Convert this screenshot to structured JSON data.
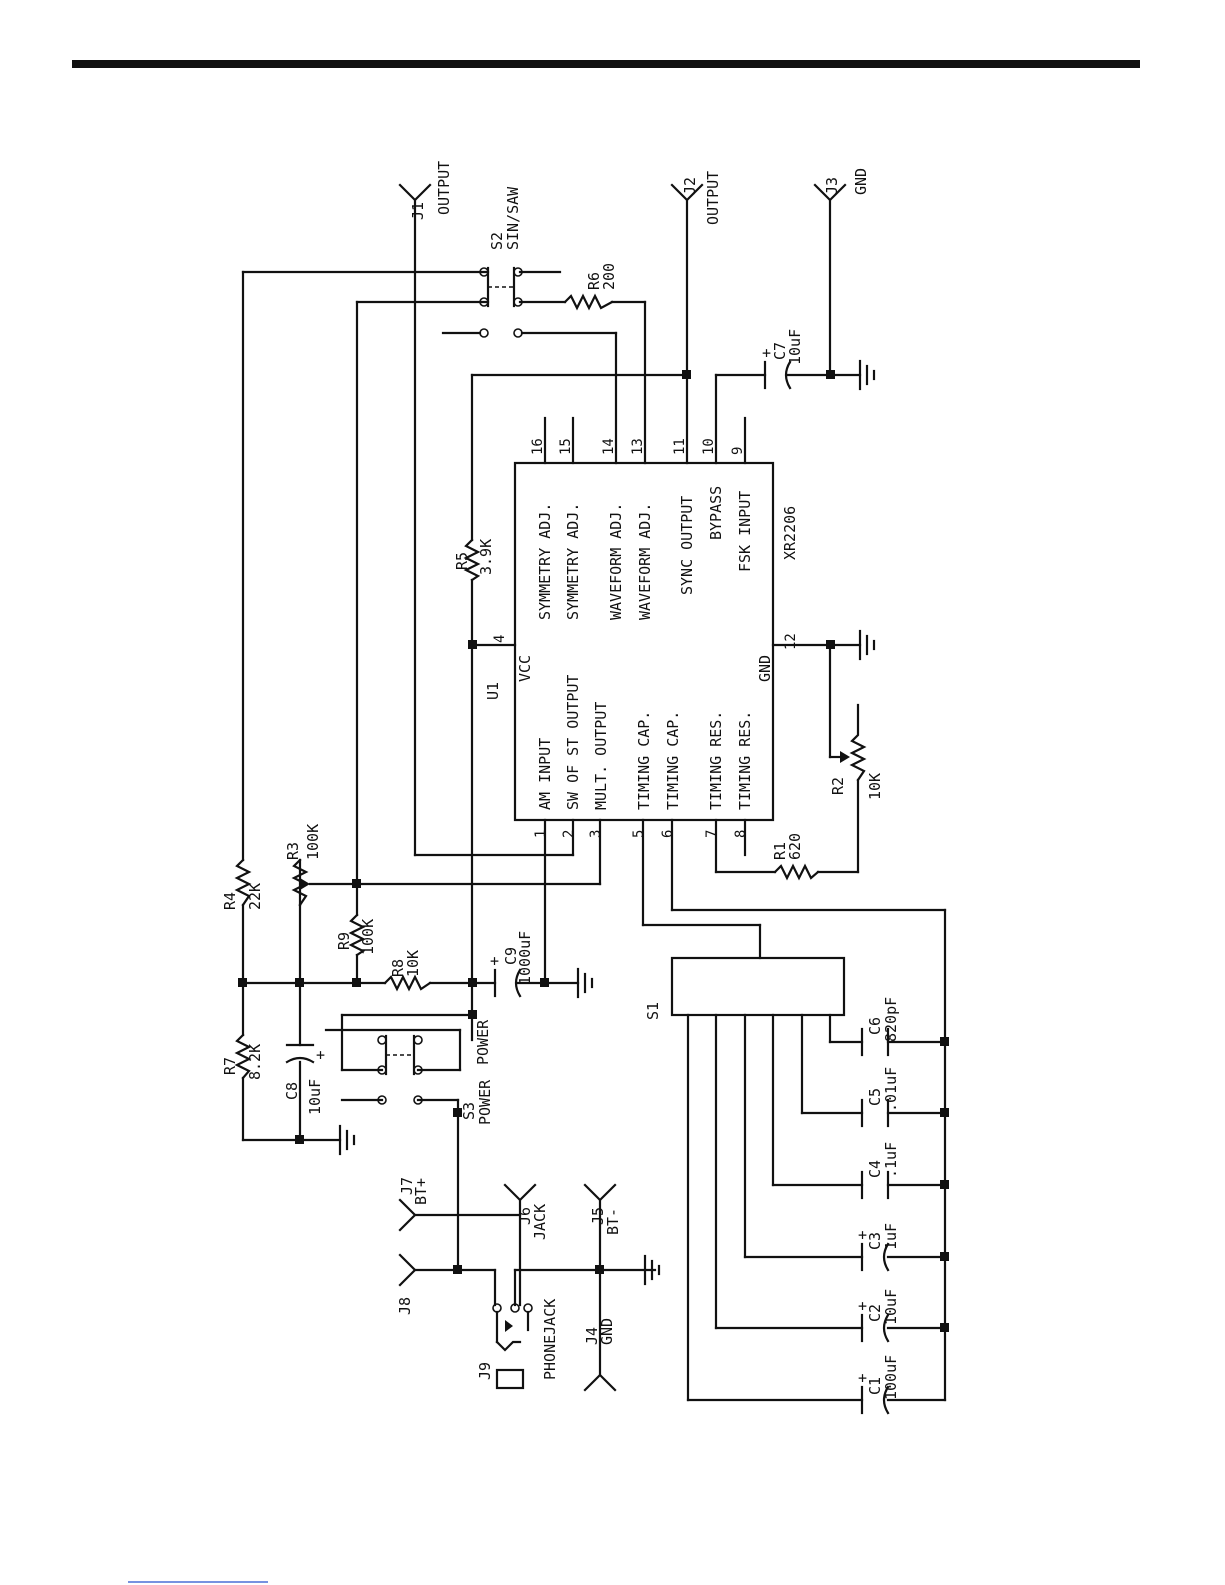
{
  "ic": {
    "ref": "U1",
    "part": "XR2206",
    "left_pins": [
      {
        "num": "1",
        "name": "AM INPUT"
      },
      {
        "num": "2",
        "name": "SW OF ST OUTPUT"
      },
      {
        "num": "3",
        "name": "MULT. OUTPUT"
      },
      {
        "num": "5",
        "name": "TIMING CAP."
      },
      {
        "num": "6",
        "name": "TIMING CAP."
      },
      {
        "num": "7",
        "name": "TIMING RES."
      },
      {
        "num": "8",
        "name": "TIMING RES."
      }
    ],
    "right_pins": [
      {
        "num": "16",
        "name": "SYMMETRY ADJ."
      },
      {
        "num": "15",
        "name": "SYMMETRY ADJ."
      },
      {
        "num": "14",
        "name": "WAVEFORM ADJ."
      },
      {
        "num": "13",
        "name": "WAVEFORM ADJ."
      },
      {
        "num": "11",
        "name": "SYNC OUTPUT"
      },
      {
        "num": "10",
        "name": "BYPASS"
      },
      {
        "num": "9",
        "name": "FSK INPUT"
      }
    ],
    "vcc_num": "4",
    "vcc_name": "VCC",
    "gnd_num": "12",
    "gnd_name": "GND"
  },
  "components": {
    "r1": {
      "ref": "R1",
      "value": "620"
    },
    "r2": {
      "ref": "R2",
      "value": "10K"
    },
    "r3": {
      "ref": "R3",
      "value": "100K"
    },
    "r4": {
      "ref": "R4",
      "value": "22K"
    },
    "r5": {
      "ref": "R5",
      "value": "3.9K"
    },
    "r6": {
      "ref": "R6",
      "value": "200"
    },
    "r7": {
      "ref": "R7",
      "value": "8.2K"
    },
    "r8": {
      "ref": "R8",
      "value": "10K"
    },
    "r9": {
      "ref": "R9",
      "value": "100K"
    },
    "c1": {
      "ref": "C1",
      "value": "100uF"
    },
    "c2": {
      "ref": "C2",
      "value": "10uF"
    },
    "c3": {
      "ref": "C3",
      "value": "1uF"
    },
    "c4": {
      "ref": "C4",
      "value": ".1uF"
    },
    "c5": {
      "ref": "C5",
      "value": ".01uF"
    },
    "c6": {
      "ref": "C6",
      "value": "820pF"
    },
    "c7": {
      "ref": "C7",
      "value": "10uF"
    },
    "c8": {
      "ref": "C8",
      "value": "10uF"
    },
    "c9": {
      "ref": "C9",
      "value": "1000uF"
    },
    "s1": {
      "ref": "S1"
    },
    "s2": {
      "ref": "S2",
      "value": "SIN/SAW"
    },
    "s3": {
      "ref": "S3",
      "value": "POWER"
    },
    "s3b": {
      "value": "POWER"
    },
    "j1": {
      "ref": "J1",
      "value": "OUTPUT"
    },
    "j2": {
      "ref": "J2",
      "value": "OUTPUT"
    },
    "j3": {
      "ref": "J3",
      "value": "GND"
    },
    "j4": {
      "ref": "J4",
      "value": "GND"
    },
    "j5": {
      "ref": "J5",
      "value": "BT-"
    },
    "j6": {
      "ref": "J6",
      "value": "JACK"
    },
    "j7": {
      "ref": "J7",
      "value": "BT+"
    },
    "j8": {
      "ref": "J8"
    },
    "j9": {
      "ref": "J9",
      "value": "PHONEJACK"
    }
  },
  "plus_sign": "+"
}
